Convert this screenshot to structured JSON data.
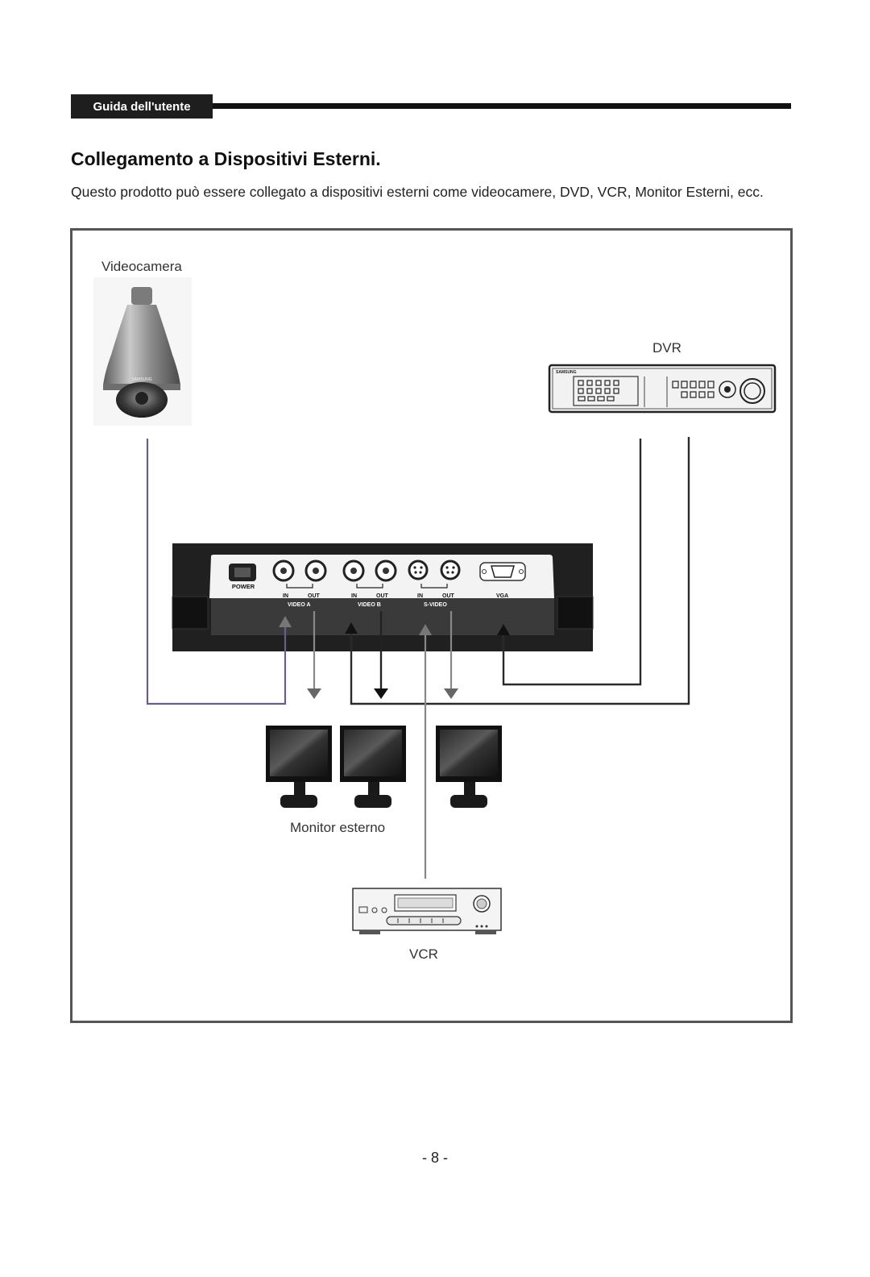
{
  "header": {
    "tab_label": "Guida dell'utente"
  },
  "section": {
    "title": "Collegamento a Dispositivi Esterni.",
    "intro": "Questo prodotto può essere collegato a dispositivi esterni come videocamere, DVD, VCR, Monitor Esterni, ecc."
  },
  "diagram": {
    "camera_label": "Videocamera",
    "camera_brand": "SAMSUNG",
    "dvr_label": "DVR",
    "dvr_brand": "SAMSUNG",
    "monitor_label": "Monitor esterno",
    "vcr_label": "VCR",
    "panel": {
      "power": "POWER",
      "in_a": "IN",
      "out_a": "OUT",
      "in_b": "IN",
      "out_b": "OUT",
      "in_s": "IN",
      "out_s": "OUT",
      "video_a": "VIDEO A",
      "video_b": "VIDEO B",
      "s_video": "S-VIDEO",
      "vga": "VGA"
    },
    "colors": {
      "camera_line": "#6a5d86",
      "dvr_line": "#2a2a2a",
      "monitor_arrow": "#777777"
    }
  },
  "footer": {
    "page_number": "- 8 -"
  }
}
